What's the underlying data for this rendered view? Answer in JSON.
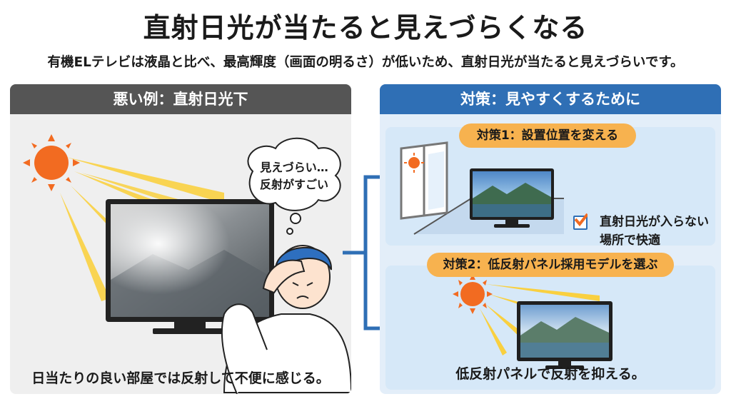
{
  "title": "直射日光が当たると見えづらくなる",
  "subtitle": "有機ELテレビは液晶と比べ、最高輝度（画面の明るさ）が低いため、直射日光が当たると見えづらいです。",
  "left_panel": {
    "header": "悪い例：直射日光下",
    "bubble_line1": "見えづらい…",
    "bubble_line2": "反射がすごい",
    "caption": "日当たりの良い部屋では反射して不便に感じる。"
  },
  "right_panel": {
    "header": "対策：見やすくするために",
    "measure1": {
      "label": "対策1：設置位置を変える",
      "check_line1": "直射日光が入らない",
      "check_line2": "場所で快適"
    },
    "measure2": {
      "label": "対策2：低反射パネル採用モデルを選ぶ",
      "caption": "低反射パネルで反射を抑える。"
    }
  },
  "colors": {
    "dark_header": "#555555",
    "blue_header": "#2f6fb5",
    "pill": "#f7b24f",
    "sun": "#f26b21",
    "ray": "#f9d040",
    "arrow": "#2f6fb5"
  },
  "icons": [
    "sun-icon",
    "tv-icon",
    "person-icon",
    "thought-bubble-icon",
    "window-icon",
    "checkbox-icon",
    "arrow-icon"
  ]
}
